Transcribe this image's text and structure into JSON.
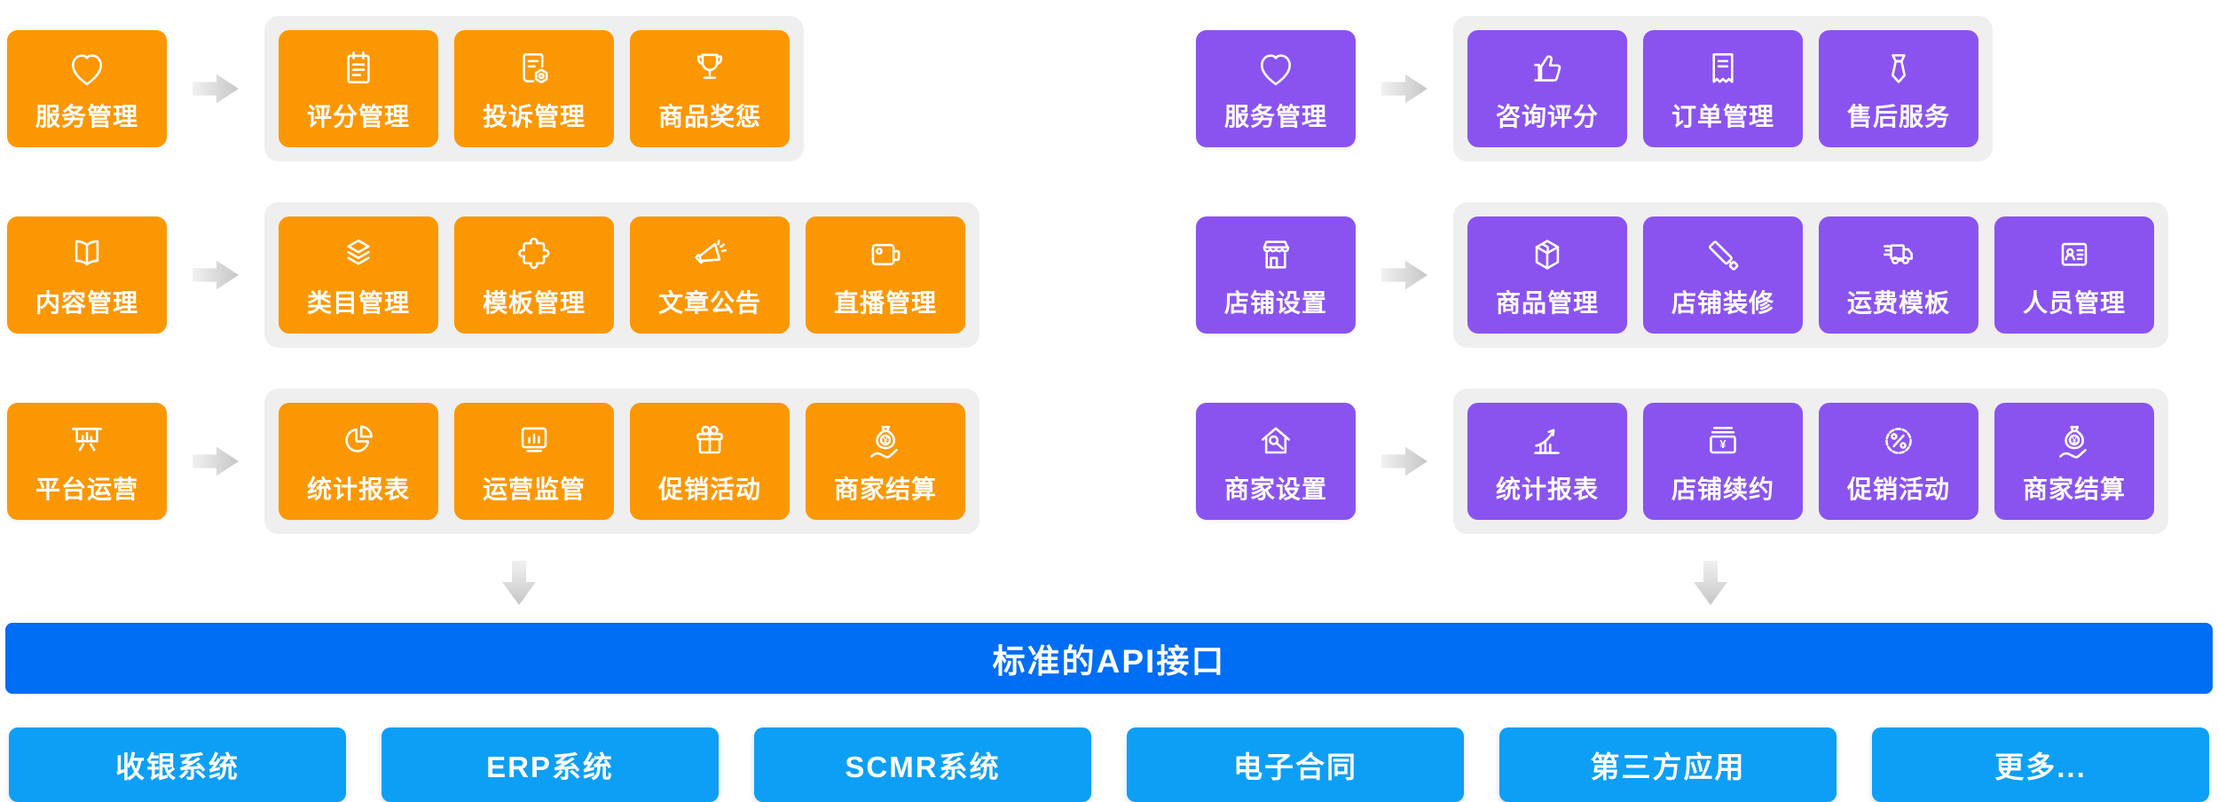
{
  "colors": {
    "orange": "#FB9702",
    "purple": "#8A53F0",
    "api_blue": "#006DF5",
    "system_blue": "#0D9FF5",
    "group_bg": "#EFEFEF",
    "arrow_light": "#F1F1F1",
    "arrow_dark": "#C6C6C6"
  },
  "connectors": {
    "row_arrow_icon": "arrow-right-icon",
    "flow_arrow_icon": "arrow-down-icon"
  },
  "panels": [
    {
      "id": "platform",
      "theme": "orange",
      "rows": [
        {
          "category": {
            "label": "服务管理",
            "icon": "heart-icon"
          },
          "items": [
            {
              "label": "评分管理",
              "icon": "rating-notes-icon"
            },
            {
              "label": "投诉管理",
              "icon": "complaint-doc-icon"
            },
            {
              "label": "商品奖惩",
              "icon": "trophy-icon"
            }
          ]
        },
        {
          "category": {
            "label": "内容管理",
            "icon": "open-book-icon"
          },
          "items": [
            {
              "label": "类目管理",
              "icon": "layers-icon"
            },
            {
              "label": "模板管理",
              "icon": "puzzle-icon"
            },
            {
              "label": "文章公告",
              "icon": "megaphone-icon"
            },
            {
              "label": "直播管理",
              "icon": "video-camera-icon"
            }
          ]
        },
        {
          "category": {
            "label": "平台运营",
            "icon": "presentation-chart-icon"
          },
          "items": [
            {
              "label": "统计报表",
              "icon": "pie-chart-icon"
            },
            {
              "label": "运营监管",
              "icon": "monitor-icon"
            },
            {
              "label": "促销活动",
              "icon": "gift-icon"
            },
            {
              "label": "商家结算",
              "icon": "money-bag-hand-icon"
            }
          ]
        }
      ]
    },
    {
      "id": "merchant",
      "theme": "purple",
      "rows": [
        {
          "category": {
            "label": "服务管理",
            "icon": "heart-icon"
          },
          "items": [
            {
              "label": "咨询评分",
              "icon": "thumbs-up-icon"
            },
            {
              "label": "订单管理",
              "icon": "order-receipt-icon"
            },
            {
              "label": "售后服务",
              "icon": "tie-icon"
            }
          ]
        },
        {
          "category": {
            "label": "店铺设置",
            "icon": "storefront-icon"
          },
          "items": [
            {
              "label": "商品管理",
              "icon": "cube-icon"
            },
            {
              "label": "店铺装修",
              "icon": "paint-roller-icon"
            },
            {
              "label": "运费模板",
              "icon": "truck-icon"
            },
            {
              "label": "人员管理",
              "icon": "id-card-icon"
            }
          ]
        },
        {
          "category": {
            "label": "商家设置",
            "icon": "house-wrench-icon"
          },
          "items": [
            {
              "label": "统计报表",
              "icon": "trend-chart-icon"
            },
            {
              "label": "店铺续约",
              "icon": "renewal-cash-icon"
            },
            {
              "label": "促销活动",
              "icon": "percent-badge-icon"
            },
            {
              "label": "商家结算",
              "icon": "money-bag-hand-icon"
            }
          ]
        }
      ]
    }
  ],
  "api_bar": {
    "label": "标准的API接口"
  },
  "systems": [
    {
      "label": "收银系统"
    },
    {
      "label": "ERP系统"
    },
    {
      "label": "SCMR系统"
    },
    {
      "label": "电子合同"
    },
    {
      "label": "第三方应用"
    },
    {
      "label": "更多..."
    }
  ]
}
